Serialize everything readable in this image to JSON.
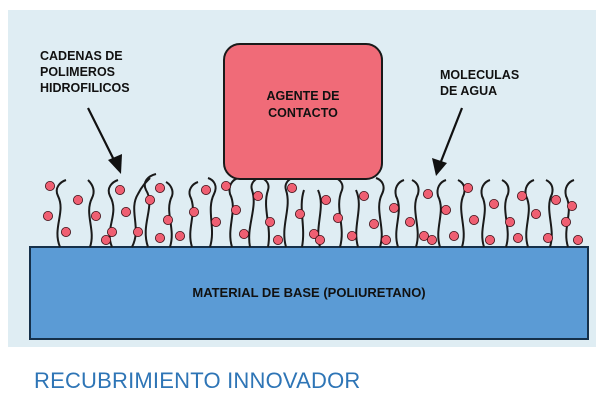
{
  "diagram": {
    "labels": {
      "polymer_chains": [
        "CADENAS DE",
        "POLIMEROS",
        "HIDROFILICOS"
      ],
      "contact_agent": [
        "AGENTE DE",
        "CONTACTO"
      ],
      "water_molecules": [
        "MOLECULAS",
        "DE AGUA"
      ],
      "base_material": "MATERIAL DE BASE (POLIURETANO)"
    },
    "colors": {
      "panel_background": "#dfedf3",
      "base_material": "#5b9bd5",
      "contact_agent": "#f06b78",
      "water_molecule": "#ef5f72",
      "polymer_chain": "#1a1a1a",
      "caption": "#2e75b6"
    },
    "icons": [
      "polymer-chain",
      "water-molecule",
      "arrow"
    ]
  },
  "caption": "RECUBRIMIENTO INNOVADOR"
}
